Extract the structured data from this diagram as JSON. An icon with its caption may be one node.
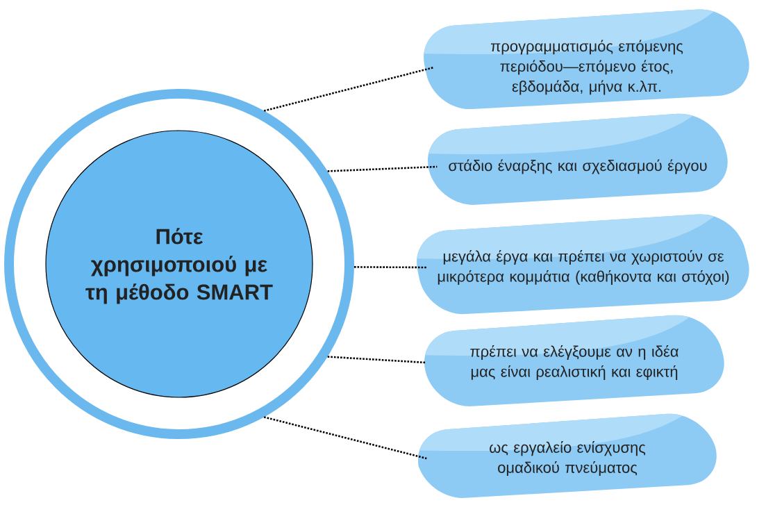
{
  "diagram": {
    "nodes": [
      {
        "text": [
          "Πότε χρησιμοποιού με τη μέθοδο SMART"
        ]
      },
      {
        "text": [
          "προγραμματισμός επόμενης περιόδου—επόμενο έτος, εβδομάδα, μήνα κ.λπ."
        ]
      },
      {
        "text": [
          "στάδιο έναρξης και σχεδιασμού έργου"
        ]
      },
      {
        "text": [
          "μεγάλα έργα και πρέπει να χωριστούν σε μικρότερα κομμάτια (καθήκοντα και στόχοι)"
        ]
      },
      {
        "text": [
          "πρέπει να ελέγξουμε αν η ιδέα μας είναι ρεαλιστική και εφικτή"
        ]
      },
      {
        "text": [
          "ως εργαλείο ενίσχυσης ομαδικού πνεύματος"
        ]
      }
    ],
    "edges": [
      {
        "from": 0,
        "to": 1,
        "arrow": "none"
      },
      {
        "from": 0,
        "to": 2,
        "arrow": "none"
      },
      {
        "from": 0,
        "to": 3,
        "arrow": "none"
      },
      {
        "from": 0,
        "to": 4,
        "arrow": "none"
      },
      {
        "from": 0,
        "to": 5,
        "arrow": "none"
      }
    ]
  }
}
